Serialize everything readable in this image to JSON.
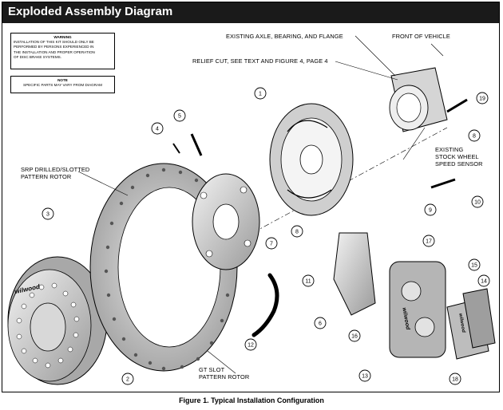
{
  "header": {
    "title": "Exploded Assembly Diagram"
  },
  "warning_box": {
    "heading": "WARNING",
    "line1": "INSTALLATION OF THIS KIT SHOULD ONLY BE",
    "line2": "PERFORMED BY PERSONS EXPERIENCED IN",
    "line3": "THE INSTALLATION AND PROPER OPERATION",
    "line4": "OF DISC BRAKE SYSTEMS."
  },
  "note_box": {
    "heading": "NOTE",
    "line1": "SPECIFIC PARTS MAY VARY FROM DIAGRAM"
  },
  "labels": {
    "existing_axle": "EXISTING AXLE, BEARING, AND FLANGE",
    "front_of_vehicle": "FRONT OF VEHICLE",
    "relief_cut": "RELIEF CUT, SEE TEXT AND FIGURE 4, PAGE 4",
    "existing_stock_l1": "EXISTING",
    "existing_stock_l2": "STOCK WHEEL",
    "existing_stock_l3": "SPEED SENSOR",
    "srp_rotor_l1": "SRP DRILLED/SLOTTED",
    "srp_rotor_l2": "PATTERN ROTOR",
    "gt_rotor_l1": "GT SLOT",
    "gt_rotor_l2": "PATTERN ROTOR",
    "drum_brand": "wilwood",
    "caliper_brand": "wilwood",
    "pad_brand": "wilwood"
  },
  "callouts": [
    "1",
    "2",
    "3",
    "4",
    "5",
    "6",
    "7",
    "8",
    "8",
    "9",
    "10",
    "11",
    "12",
    "13",
    "14",
    "15",
    "16",
    "17",
    "18",
    "19"
  ],
  "caption": "Figure 1.  Typical Installation Configuration"
}
